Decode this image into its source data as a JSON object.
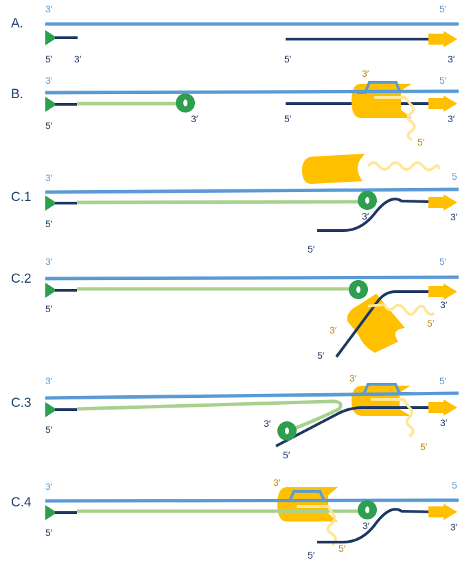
{
  "colors": {
    "template": "#5b9bd5",
    "strand": "#1f3864",
    "extension": "#a9d18e",
    "polymerase": "#2e9e4f",
    "helicase": "#ffc000",
    "transcript": "#ffe699",
    "label": "#1f3f6b",
    "end_blue": "#5b9bd5",
    "end_dark": "#1f3864",
    "end_gold": "#b8860b"
  },
  "panels": {
    "A": {
      "label": "A.",
      "top_left": "3′",
      "top_right": "5′",
      "left_5": "5′",
      "left_3": "3′",
      "right_5": "5′",
      "right_3": "3′"
    },
    "B": {
      "label": "B.",
      "top_left": "3′",
      "top_right": "5′",
      "left_5": "5′",
      "pol_3": "3′",
      "right_5": "5′",
      "right_3": "3′",
      "rnap_3": "3′",
      "rna_5": "5′"
    },
    "C1": {
      "label": "C.1",
      "top_left": "3′",
      "top_right": "5",
      "left_5": "5′",
      "pol_3": "3′",
      "disp_5": "5′",
      "right_3": "3′"
    },
    "C2": {
      "label": "C.2",
      "top_left": "3′",
      "top_right": "5′",
      "left_5": "5′",
      "right_3": "3′",
      "disp_5": "5′",
      "rnap_3": "3′",
      "rna_5": "5′"
    },
    "C3": {
      "label": "C.3",
      "top_left": "3′",
      "top_right": "5′",
      "left_5": "5′",
      "pol_3": "3′",
      "disp_5": "5′",
      "right_3": "3′",
      "rnap_3": "3′",
      "rna_5": "5′"
    },
    "C4": {
      "label": "C.4",
      "top_left": "3′",
      "top_right": "5",
      "left_5": "5′",
      "pol_3": "3′",
      "disp_5": "5′",
      "right_3": "3′",
      "rnap_3": "3′",
      "rna_5": "5′"
    }
  }
}
